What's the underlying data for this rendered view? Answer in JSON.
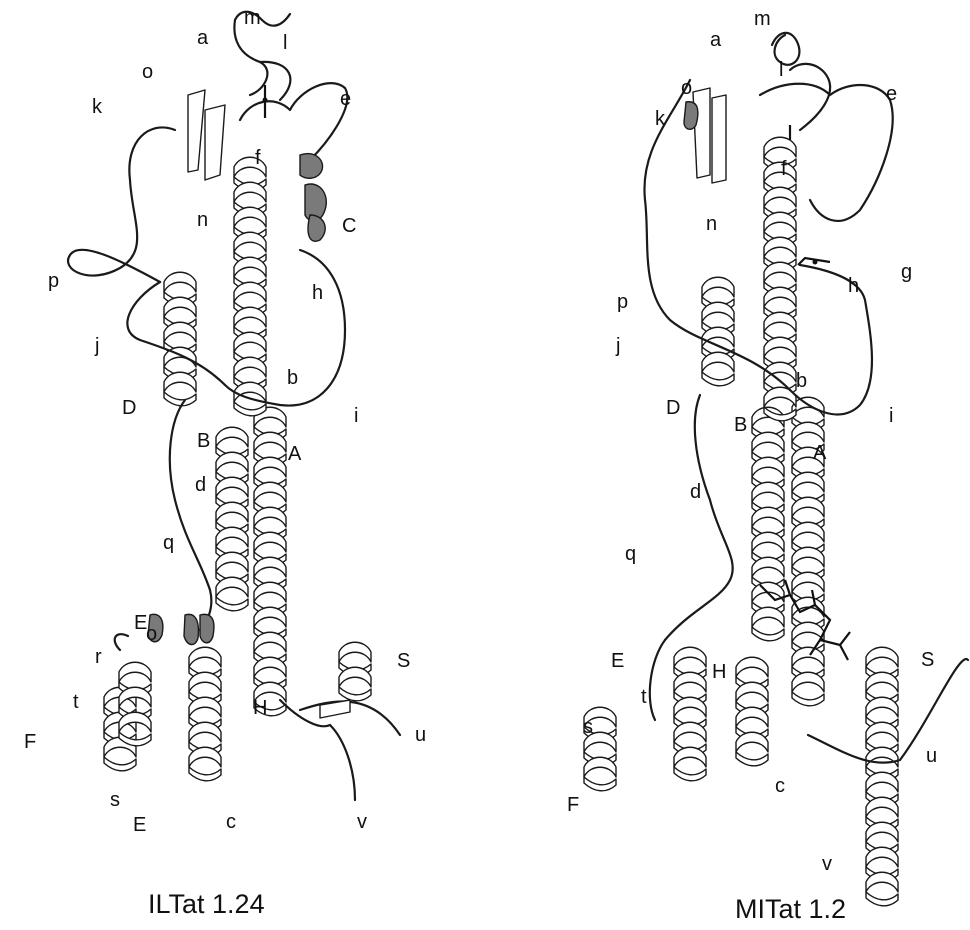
{
  "figure": {
    "colors": {
      "ribbon_fill": "#ffffff",
      "outline": "#1a1a1a",
      "shaded": "#7a7a7a",
      "background": "#ffffff"
    },
    "left": {
      "caption": "ILTat 1.24",
      "labels": [
        "a",
        "m",
        "o",
        "l",
        "e",
        "k",
        "f",
        "C",
        "n",
        "p",
        "h",
        "j",
        "D",
        "b",
        "i",
        "B",
        "A",
        "d",
        "q",
        "E",
        "o",
        "r",
        "H",
        "t",
        "F",
        "S",
        "u",
        "s",
        "E",
        "c",
        "v"
      ]
    },
    "right": {
      "caption": "MITat 1.2",
      "labels": [
        "m",
        "a",
        "o",
        "l",
        "e",
        "k",
        "f",
        "n",
        "g",
        "h",
        "p",
        "j",
        "D",
        "b",
        "i",
        "B",
        "A",
        "d",
        "q",
        "S",
        "E",
        "H",
        "t",
        "s",
        "u",
        "F",
        "c",
        "v"
      ]
    }
  }
}
